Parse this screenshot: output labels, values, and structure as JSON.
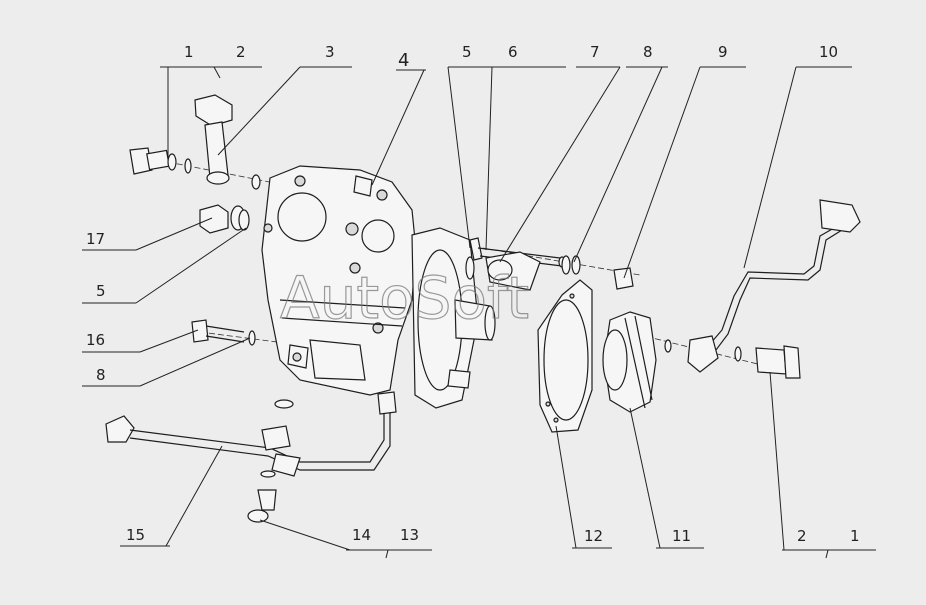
{
  "watermark": "AutoSoft",
  "callouts": {
    "c1_top": "1",
    "c2_top": "2",
    "c3": "3",
    "c4": "4",
    "c5_top": "5",
    "c6": "6",
    "c7": "7",
    "c8_top": "8",
    "c9": "9",
    "c10": "10",
    "c17": "17",
    "c5_left": "5",
    "c16": "16",
    "c8_left": "8",
    "c15": "15",
    "c14": "14",
    "c13": "13",
    "c12": "12",
    "c11": "11",
    "c2_bottom": "2",
    "c1_bottom": "1"
  }
}
